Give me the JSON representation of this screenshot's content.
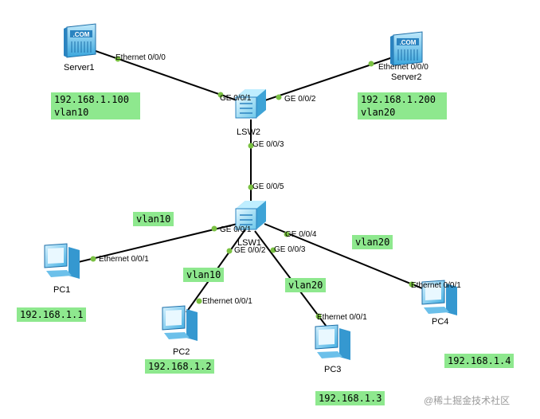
{
  "devices": {
    "server1": {
      "name": "Server1",
      "badge": ".COM"
    },
    "server2": {
      "name": "Server2",
      "badge": ".COM"
    },
    "lsw2": {
      "name": "LSW2"
    },
    "lsw1": {
      "name": "LSW1"
    },
    "pc1": {
      "name": "PC1"
    },
    "pc2": {
      "name": "PC2"
    },
    "pc3": {
      "name": "PC3"
    },
    "pc4": {
      "name": "PC4"
    }
  },
  "ports": {
    "server1_eth": "Ethernet 0/0/0",
    "server2_eth": "Ethernet 0/0/0",
    "lsw2_ge1": "GE 0/0/1",
    "lsw2_ge2": "GE 0/0/2",
    "lsw2_ge3": "GE 0/0/3",
    "lsw1_ge5": "GE 0/0/5",
    "lsw1_ge1": "GE 0/0/1",
    "lsw1_ge2": "GE 0/0/2",
    "lsw1_ge3": "GE 0/0/3",
    "lsw1_ge4": "GE 0/0/4",
    "pc1_eth": "Ethernet 0/0/1",
    "pc2_eth": "Ethernet 0/0/1",
    "pc3_eth": "Ethernet 0/0/1",
    "pc4_eth": "Ethernet 0/0/1"
  },
  "notes": {
    "server1": "192.168.1.100\nvlan10",
    "server2": "192.168.1.200\nvlan20",
    "pc1_vlan": "vlan10",
    "pc1_ip": "192.168.1.1",
    "pc2_vlan": "vlan10",
    "pc2_ip": "192.168.1.2",
    "pc3_vlan": "vlan20",
    "pc3_ip": "192.168.1.3",
    "pc4_vlan": "vlan20",
    "pc4_ip": "192.168.1.4"
  },
  "watermark": "@稀土掘金技术社区",
  "colors": {
    "link": "#000000",
    "port_dot": "#7ac142",
    "note_bg": "#8ee88e",
    "switch": "#7fd6f0",
    "device": "#4fb4e6"
  }
}
